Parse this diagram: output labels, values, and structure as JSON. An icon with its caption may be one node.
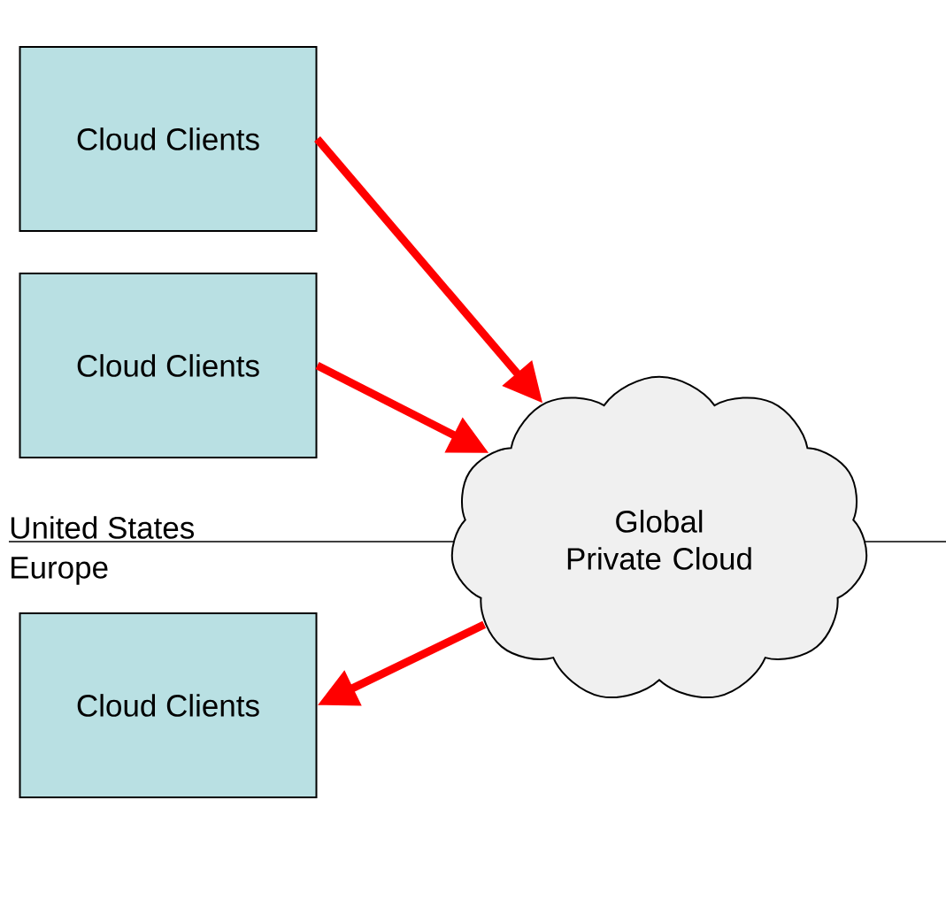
{
  "diagram": {
    "nodes": [
      {
        "text": [
          "Cloud Clients"
        ]
      },
      {
        "text": [
          "Cloud Clients"
        ]
      },
      {
        "text": [
          "Cloud Clients"
        ]
      },
      {
        "text": [
          "Global Private Cloud"
        ]
      }
    ],
    "edges": [
      {
        "from": 0,
        "to": 3,
        "arrow": "to"
      },
      {
        "from": 1,
        "to": 3,
        "arrow": "to"
      },
      {
        "from": 3,
        "to": 2,
        "arrow": "to"
      }
    ],
    "labels": [
      "United States",
      "Europe"
    ]
  }
}
